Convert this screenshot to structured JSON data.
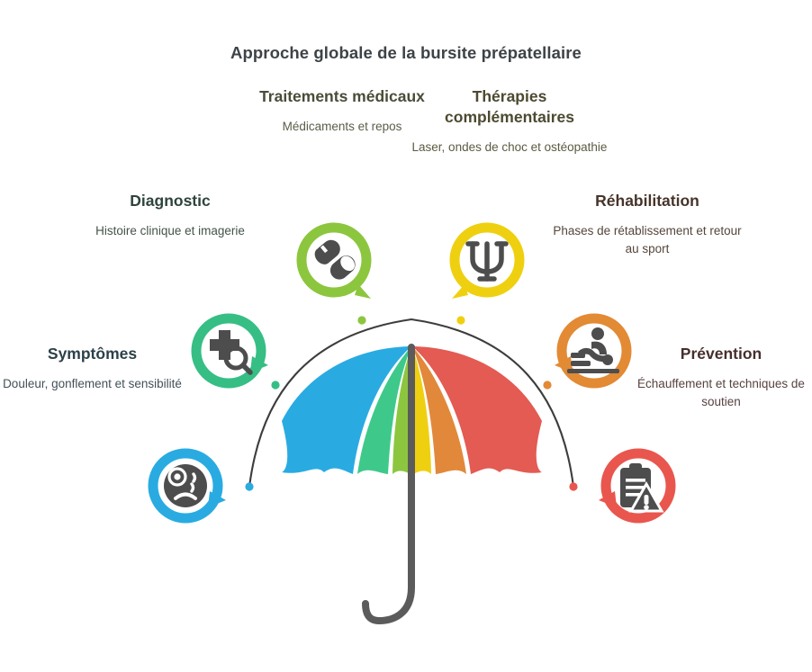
{
  "header": {
    "title": "Approche globale de la bursite prépatellaire"
  },
  "topics": [
    {
      "id": "medical",
      "title": "Traitements médicaux",
      "desc": "Médicaments et repos",
      "icon": "pills-icon",
      "color": "#8CC63E",
      "tail": "bottom-right"
    },
    {
      "id": "therapies",
      "title": "Thérapies complémentaires",
      "desc": "Laser, ondes de choc et ostéopathie",
      "icon": "psi-symbol-icon",
      "color": "#EFD010",
      "tail": "bottom-left"
    },
    {
      "id": "diagnostic",
      "title": "Diagnostic",
      "desc": "Histoire clinique et imagerie",
      "icon": "medical-cross-magnifier-icon",
      "color": "#36BE85",
      "tail": "right"
    },
    {
      "id": "rehab",
      "title": "Réhabilitation",
      "desc": "Phases de rétablissement et retour au sport",
      "icon": "massage-therapy-icon",
      "color": "#E28A34",
      "tail": "left"
    },
    {
      "id": "symptoms",
      "title": "Symptômes",
      "desc": "Douleur, gonflement et sensibilité",
      "icon": "bruised-sad-face-icon",
      "color": "#29ABE2",
      "tail": "right"
    },
    {
      "id": "prevention",
      "title": "Prévention",
      "desc": "Échauffement et techniques de soutien",
      "icon": "clipboard-warning-icon",
      "color": "#E9564E",
      "tail": "left"
    }
  ],
  "umbrella": {
    "name": "umbrella-illustration",
    "panel_colors": [
      "#29ABE2",
      "#3EC98B",
      "#8CC63E",
      "#EFD010",
      "#E2883A",
      "#E35B52"
    ],
    "handle_color": "#5b5b5b",
    "arc_color": "#3d3d3d",
    "connector_dots": [
      {
        "topic": "symptoms",
        "color": "#29ABE2"
      },
      {
        "topic": "diagnostic",
        "color": "#36BE85"
      },
      {
        "topic": "medical",
        "color": "#8CC63E"
      },
      {
        "topic": "therapies",
        "color": "#EFD010"
      },
      {
        "topic": "rehab",
        "color": "#E28A34"
      },
      {
        "topic": "prevention",
        "color": "#E9564E"
      }
    ]
  }
}
